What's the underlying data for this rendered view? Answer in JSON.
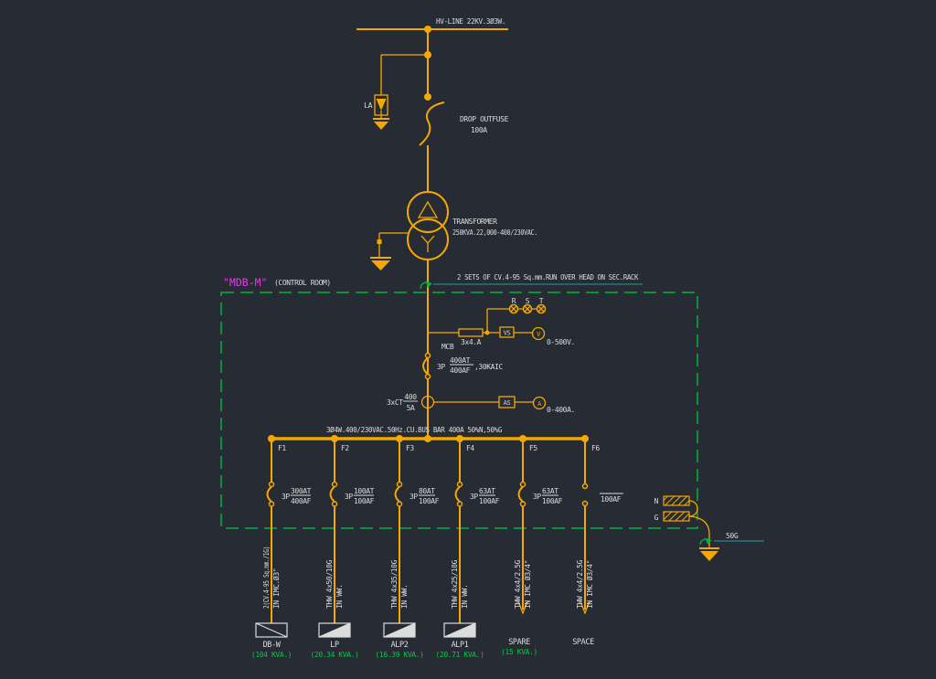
{
  "hv": {
    "label": "HV-LINE 22KV.3Ø3W."
  },
  "la": {
    "label": "LA"
  },
  "dropout_fuse": {
    "name": "DROP OUTFUSE",
    "rating": "100A"
  },
  "transformer": {
    "name": "TRANSFORMER",
    "spec": "250KVA.22,000-400/230VAC."
  },
  "secondary_feed": {
    "label": "2 SETS OF CV.4-95 Sq.mm.RUN OVER HEAD ON SEC.RACK"
  },
  "panel": {
    "name": "\"MDB-M\"",
    "location": "(CONTROL ROOM)"
  },
  "phase_lamps": {
    "r": "R",
    "s": "S",
    "t": "T"
  },
  "control_fuse": {
    "label": "3x4.A"
  },
  "voltmeter_selector": {
    "label": "VS"
  },
  "voltmeter": {
    "label": "V",
    "range": "0-500V."
  },
  "main_breaker": {
    "title": "MCB",
    "poles": "3P",
    "trip": "400AT",
    "frame": "400AF",
    "ic": ",30KAIC"
  },
  "ct": {
    "label": "3xCT",
    "ratio_primary": "400",
    "ratio_secondary": "5A"
  },
  "ammeter_selector": {
    "label": "AS"
  },
  "ammeter": {
    "label": "A",
    "range": "0-400A."
  },
  "bus": {
    "label": "3Ø4W.400/230VAC.50Hz.CU.BUS BAR 400A 50%N,50%G"
  },
  "feeders": [
    {
      "id": "F1",
      "poles": "3P",
      "at": "300AT",
      "af": "400AF",
      "cable_spec": "2(CV.4-95 Sq.mm./1G)",
      "cable_conduit": "IN IMC.Ø3\"",
      "load": "DB-W",
      "kva": "(104 KVA.)"
    },
    {
      "id": "F2",
      "poles": "3P",
      "at": "100AT",
      "af": "100AF",
      "cable_spec": "THW 4x50/10G",
      "cable_conduit": "IN WW.",
      "load": "LP",
      "kva": "(20.34 KVA.)"
    },
    {
      "id": "F3",
      "poles": "3P",
      "at": "80AT",
      "af": "100AF",
      "cable_spec": "THW 4x35/10G",
      "cable_conduit": "IN WW.",
      "load": "ALP2",
      "kva": "(16.39 KVA.)"
    },
    {
      "id": "F4",
      "poles": "3P",
      "at": "63AT",
      "af": "100AF",
      "cable_spec": "THW 4x25/10G",
      "cable_conduit": "IN WW.",
      "load": "ALP1",
      "kva": "(20.71 KVA.)"
    },
    {
      "id": "F5",
      "poles": "3P",
      "at": "63AT",
      "af": "100AF",
      "cable_spec": "THW 4x4/2.5G",
      "cable_conduit": "IN IMC Ø3/4\"",
      "load": "SPARE",
      "kva": "(15 KVA.)"
    },
    {
      "id": "F6",
      "frame_only": "100AF",
      "cable_spec": "THW 4x4/2.5G",
      "cable_conduit": "IN IMC Ø3/4\"",
      "load": "SPACE",
      "kva": ""
    }
  ],
  "neutral_bar": {
    "label": "N"
  },
  "ground_bar": {
    "label": "G"
  },
  "ground_conductor": {
    "label": "50G"
  }
}
